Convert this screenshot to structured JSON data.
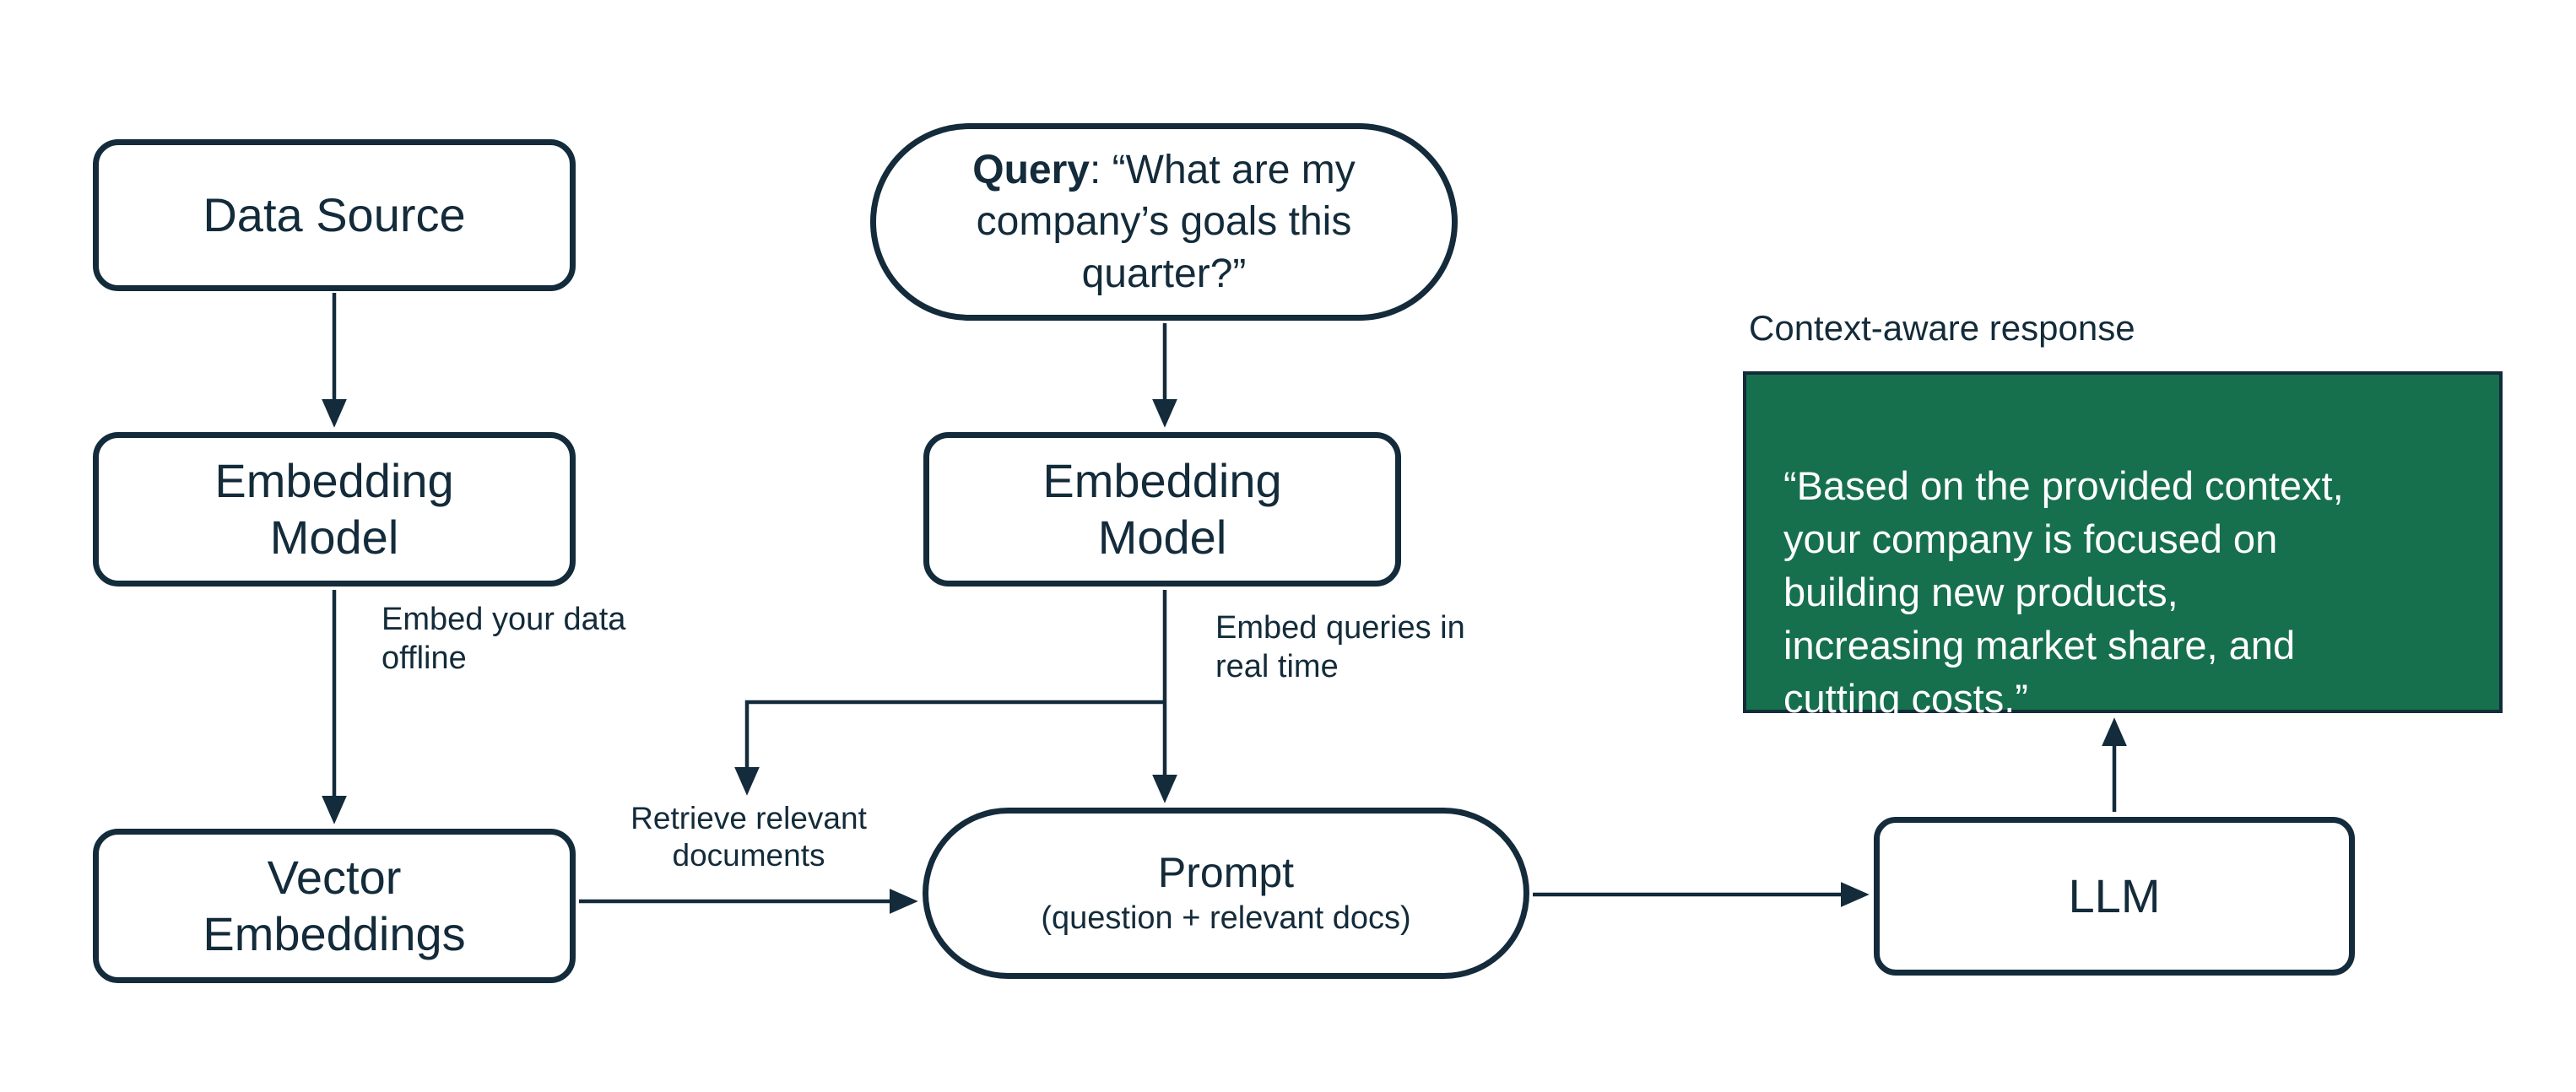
{
  "colors": {
    "navy": "#132B3A",
    "green": "#16704E",
    "background": "#FFFFFF"
  },
  "nodes": {
    "data_source": {
      "label": "Data Source"
    },
    "embedding_model_offline": {
      "label": "Embedding\nModel"
    },
    "vector_embeddings": {
      "label": "Vector\nEmbeddings"
    },
    "query": {
      "bold": "Query",
      "rest": ": “What are my company’s goals this quarter?”"
    },
    "embedding_model_query": {
      "label": "Embedding\nModel"
    },
    "prompt": {
      "title": "Prompt",
      "subtitle": "(question + relevant docs)"
    },
    "llm": {
      "label": "LLM"
    }
  },
  "response": {
    "caption": "Context-aware response",
    "text": "“Based on the provided context,\nyour company is focused on\nbuilding new products,\nincreasing market share, and\ncutting costs.”"
  },
  "edge_labels": {
    "embed_offline": "Embed your data\noffline",
    "embed_realtime": "Embed queries in\nreal time",
    "retrieve": "Retrieve relevant\ndocuments"
  }
}
